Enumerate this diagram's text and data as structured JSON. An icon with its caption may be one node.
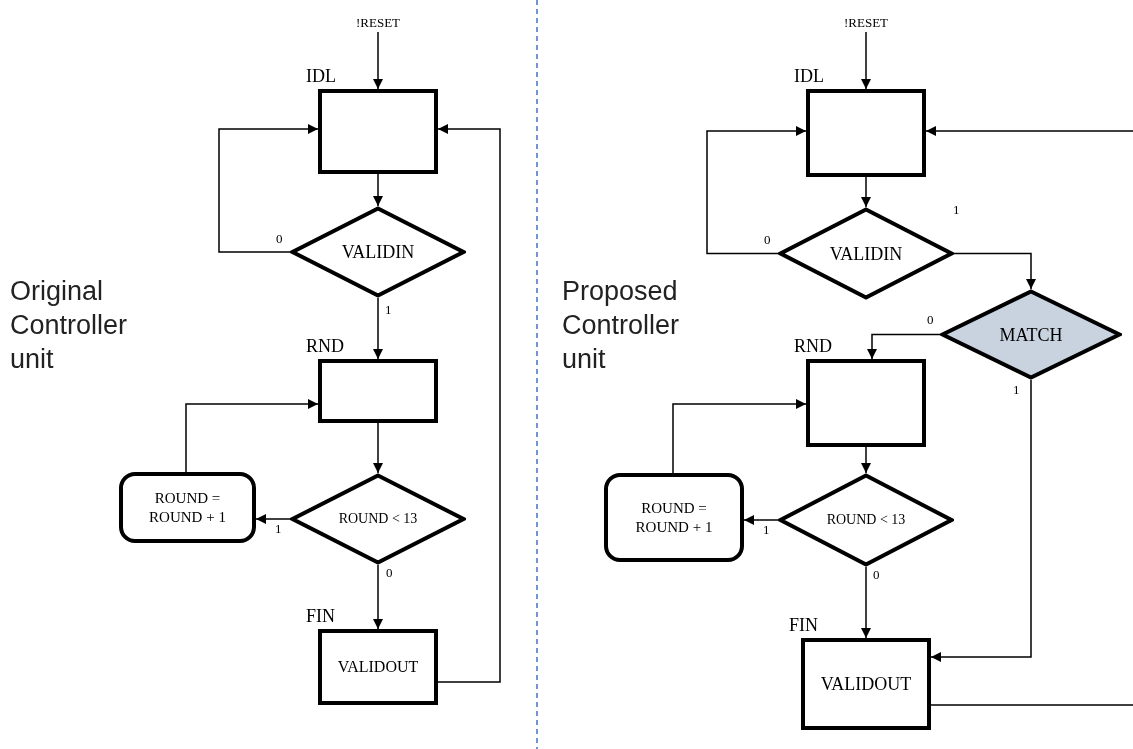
{
  "diagram": {
    "nodes": [
      {
        "text": [
          "!RESET"
        ]
      },
      {
        "text": [
          "IDL"
        ]
      },
      {
        "text": [
          "VALIDIN"
        ]
      },
      {
        "text": [
          "RND"
        ]
      },
      {
        "text": [
          "ROUND < 13"
        ]
      },
      {
        "text": [
          "ROUND = ROUND + 1"
        ]
      },
      {
        "text": [
          "FIN",
          "VALIDOUT"
        ]
      },
      {
        "text": [
          "!RESET"
        ]
      },
      {
        "text": [
          "IDL"
        ]
      },
      {
        "text": [
          "VALIDIN"
        ]
      },
      {
        "text": [
          "MATCH"
        ]
      },
      {
        "text": [
          "RND"
        ]
      },
      {
        "text": [
          "ROUND < 13"
        ]
      },
      {
        "text": [
          "ROUND = ROUND + 1"
        ]
      },
      {
        "text": [
          "FIN",
          "VALIDOUT"
        ]
      }
    ],
    "edges": [
      {
        "from": 0,
        "to": 1,
        "arrow": "to"
      },
      {
        "from": 1,
        "to": 2,
        "arrow": "to"
      },
      {
        "from": 2,
        "to": 1,
        "label": "0",
        "arrow": "to"
      },
      {
        "from": 2,
        "to": 3,
        "label": "1",
        "arrow": "to"
      },
      {
        "from": 3,
        "to": 4,
        "arrow": "to"
      },
      {
        "from": 4,
        "to": 5,
        "label": "1",
        "arrow": "to"
      },
      {
        "from": 5,
        "to": 3,
        "arrow": "to"
      },
      {
        "from": 4,
        "to": 6,
        "label": "0",
        "arrow": "to"
      },
      {
        "from": 6,
        "to": 1,
        "arrow": "to"
      },
      {
        "from": 7,
        "to": 8,
        "arrow": "to"
      },
      {
        "from": 8,
        "to": 9,
        "arrow": "to"
      },
      {
        "from": 9,
        "to": 8,
        "label": "0",
        "arrow": "to"
      },
      {
        "from": 9,
        "to": 10,
        "label": "1",
        "arrow": "to"
      },
      {
        "from": 10,
        "to": 11,
        "label": "0",
        "arrow": "to"
      },
      {
        "from": 10,
        "to": 14,
        "label": "1",
        "arrow": "to"
      },
      {
        "from": 11,
        "to": 12,
        "arrow": "to"
      },
      {
        "from": 12,
        "to": 13,
        "label": "1",
        "arrow": "to"
      },
      {
        "from": 13,
        "to": 11,
        "arrow": "to"
      },
      {
        "from": 12,
        "to": 14,
        "label": "0",
        "arrow": "to"
      },
      {
        "from": 14,
        "to": 8,
        "arrow": "to"
      }
    ],
    "labels": [
      "Original Controller unit",
      "Proposed Controller unit"
    ]
  }
}
